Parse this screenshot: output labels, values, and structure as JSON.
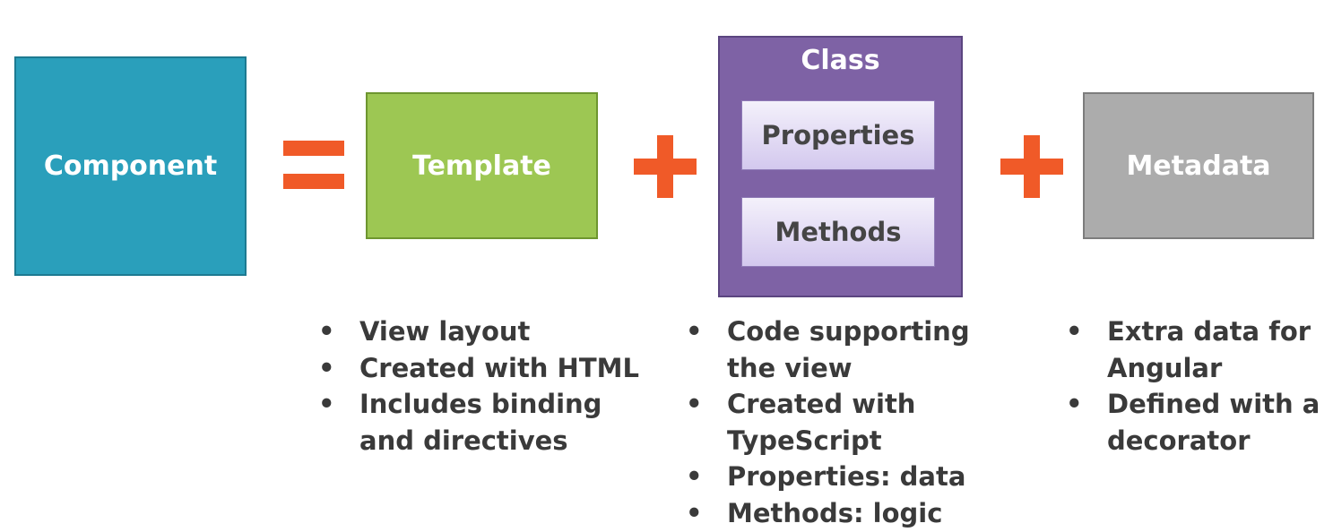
{
  "component": {
    "label": "Component",
    "color": "#2a9fbb"
  },
  "operators": {
    "equals": "=",
    "plus": "+",
    "color": "#f05a28"
  },
  "template": {
    "label": "Template",
    "color": "#9dc753",
    "bullets": [
      "View layout",
      "Created with HTML",
      "Includes binding and directives"
    ]
  },
  "class": {
    "label": "Class",
    "color": "#7e62a5",
    "members": [
      "Properties",
      "Methods"
    ],
    "bullets": [
      "Code supporting the view",
      "Created with TypeScript",
      "Properties: data",
      "Methods: logic"
    ]
  },
  "metadata": {
    "label": "Metadata",
    "color": "#acacac",
    "bullets": [
      "Extra data for Angular",
      "Defined with a decorator"
    ]
  }
}
